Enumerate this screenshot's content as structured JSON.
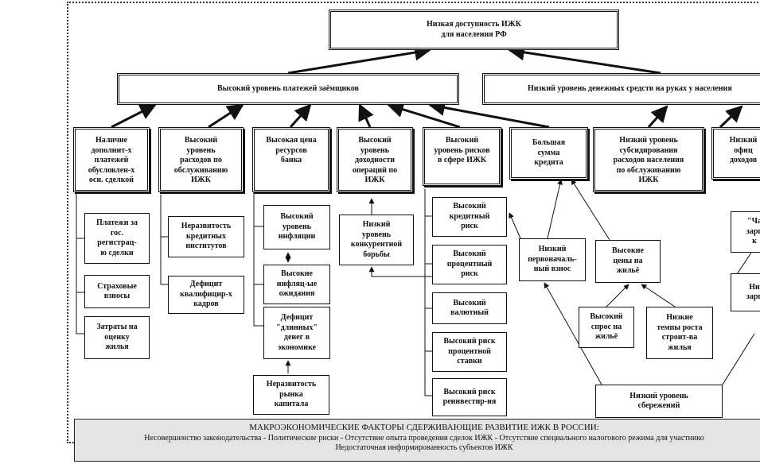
{
  "top": "Низкая доступность ИЖК\nдля населения РФ",
  "level1": {
    "left": "Высокий уровень платежей заёмщиков",
    "right": "Низкий уровень денежных средств на руках у населения"
  },
  "level2": [
    "Наличие\nдополнит-х\nплатежей\nобусловлен-х\nосн. сделкой",
    "Высокий\nуровень\nрасходов по\nобслуживанию\nИЖК",
    "Высокая цена\nресурсов\nбанка",
    "Высокий\nуровень\nдоходности\nопераций по\nИЖК",
    "Высокий\nуровень рисков\nв сфере ИЖК",
    "Большая\nсумма\nкредита",
    "Низкий уровень\nсубсидирования\nрасходов населения\nпо обслуживанию\nИЖК",
    "Низкий\nофиц\nдоходов"
  ],
  "col1": [
    "Платежи за\nгос.\nрегистрац-\nю сделки",
    "Страховые\nвзносы",
    "Затраты на\nоценку\nжилья"
  ],
  "col2": [
    "Неразвитость\nкредитных\nинститутов",
    "Дефицит\nквалифицир-х\nкадров"
  ],
  "col3": [
    "Высокий\nуровень\nинфляции",
    "Высокие\nинфляц-ые\nожидания",
    "Дефицит\n\"длинных\"\nденег в\nэкономике",
    "Неразвитость\nрынка\nкапитала"
  ],
  "col4": [
    "Низкий\nуровень\nконкурентной\nборьбы"
  ],
  "col5": [
    "Высокий\nкредитный\nриск",
    "Высокий\nпроцентный\nриск",
    "Высокий\nвалютный",
    "Высокий риск\nпроцентной\nставки",
    "Высокий риск\nреинвестир-ия"
  ],
  "col6": {
    "down_payment": "Низкий\nпервоначаль-\nный взнос",
    "prices": "Высокие\nцены на\nжильё",
    "demand": "Высокий\nспрос на\nжильё",
    "construction": "Низкие\nтемпы роста\nстроит-ва\nжилья",
    "savings": "Низкий уровень\nсбережений"
  },
  "right_edge": [
    "\"Ча\nзарп\nк",
    "Ни\nзарп"
  ],
  "bottom": {
    "title": "МАКРОЭКОНОМИЧЕСКИЕ ФАКТОРЫ СДЕРЖИВАЮЩИЕ РАЗВИТИЕ ИЖК В РОССИИ:",
    "line2": "Несовершенство законодательства - Политические риски - Отсутствие опыта проведения сделок ИЖК - Отсутствие специального налогового режима для участнико",
    "line3": "Недостаточная информированность субъектов ИЖК"
  }
}
